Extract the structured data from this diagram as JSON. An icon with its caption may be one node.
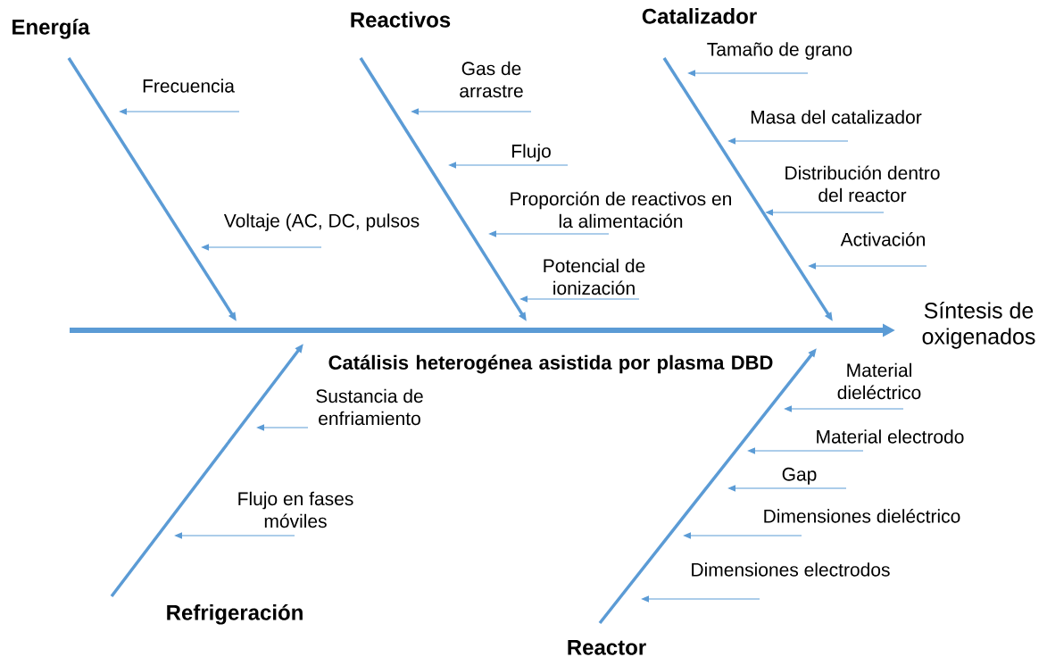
{
  "diagram": {
    "nodes": [
      {
        "text": [
          "Energía"
        ]
      },
      {
        "text": [
          "Frecuencia"
        ]
      },
      {
        "text": [
          "Voltaje (AC, DC, pulsos"
        ]
      },
      {
        "text": [
          "Reactivos"
        ]
      },
      {
        "text": [
          "Gas de arrastre"
        ]
      },
      {
        "text": [
          "Flujo"
        ]
      },
      {
        "text": [
          "Proporción de reactivos en la alimentación"
        ]
      },
      {
        "text": [
          "Potencial de ionización"
        ]
      },
      {
        "text": [
          "Catalizador"
        ]
      },
      {
        "text": [
          "Tamaño de grano"
        ]
      },
      {
        "text": [
          "Masa del catalizador"
        ]
      },
      {
        "text": [
          "Distribución dentro del reactor"
        ]
      },
      {
        "text": [
          "Activación"
        ]
      },
      {
        "text": [
          "Síntesis de oxigenados"
        ]
      },
      {
        "text": [
          "Refrigeración"
        ]
      },
      {
        "text": [
          "Sustancia de enfriamiento"
        ]
      },
      {
        "text": [
          "Flujo en fases móviles"
        ]
      },
      {
        "text": [
          "Reactor"
        ]
      },
      {
        "text": [
          "Material dieléctrico"
        ]
      },
      {
        "text": [
          "Material electrodo"
        ]
      },
      {
        "text": [
          "Gap"
        ]
      },
      {
        "text": [
          "Dimensiones dieléctrico"
        ]
      },
      {
        "text": [
          "Dimensiones electrodos"
        ]
      }
    ],
    "edges": [
      {
        "from": 0,
        "to": null,
        "arrow": "to",
        "style": "thick"
      },
      {
        "from": 1,
        "to": null,
        "arrow": "to"
      },
      {
        "from": 2,
        "to": null,
        "arrow": "to"
      },
      {
        "from": 3,
        "to": null,
        "arrow": "to",
        "style": "thick"
      },
      {
        "from": 4,
        "to": null,
        "arrow": "to"
      },
      {
        "from": 5,
        "to": null,
        "arrow": "to"
      },
      {
        "from": 6,
        "to": null,
        "arrow": "to"
      },
      {
        "from": 7,
        "to": null,
        "arrow": "to"
      },
      {
        "from": 8,
        "to": null,
        "arrow": "to",
        "style": "thick"
      },
      {
        "from": 9,
        "to": null,
        "arrow": "to"
      },
      {
        "from": 10,
        "to": null,
        "arrow": "to"
      },
      {
        "from": 11,
        "to": null,
        "arrow": "to"
      },
      {
        "from": 12,
        "to": null,
        "arrow": "to"
      },
      {
        "from": null,
        "to": 13,
        "arrow": "to",
        "style": "thick"
      },
      {
        "from": 14,
        "to": null,
        "arrow": "to",
        "style": "thick"
      },
      {
        "from": 15,
        "to": null,
        "arrow": "to"
      },
      {
        "from": 16,
        "to": null,
        "arrow": "to"
      },
      {
        "from": 17,
        "to": null,
        "arrow": "to",
        "style": "thick"
      },
      {
        "from": 18,
        "to": null,
        "arrow": "to"
      },
      {
        "from": 19,
        "to": null,
        "arrow": "to"
      },
      {
        "from": 20,
        "to": null,
        "arrow": "to"
      },
      {
        "from": 21,
        "to": null,
        "arrow": "to"
      },
      {
        "from": 22,
        "to": null,
        "arrow": "to"
      }
    ],
    "labels": [
      "Catálisis heterogénea asistida por plasma DBD"
    ]
  }
}
